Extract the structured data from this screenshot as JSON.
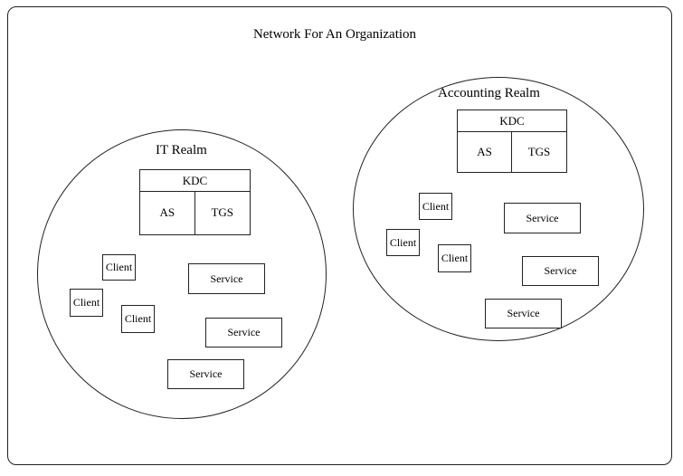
{
  "diagram": {
    "title": "Network For An Organization",
    "realms": [
      {
        "label": "IT Realm",
        "kdc": {
          "label": "KDC",
          "left": "AS",
          "right": "TGS"
        },
        "clients": [
          "Client",
          "Client",
          "Client"
        ],
        "services": [
          "Service",
          "Service",
          "Service"
        ]
      },
      {
        "label": "Accounting Realm",
        "kdc": {
          "label": "KDC",
          "left": "AS",
          "right": "TGS"
        },
        "clients": [
          "Client",
          "Client",
          "Client"
        ],
        "services": [
          "Service",
          "Service",
          "Service"
        ]
      }
    ]
  }
}
